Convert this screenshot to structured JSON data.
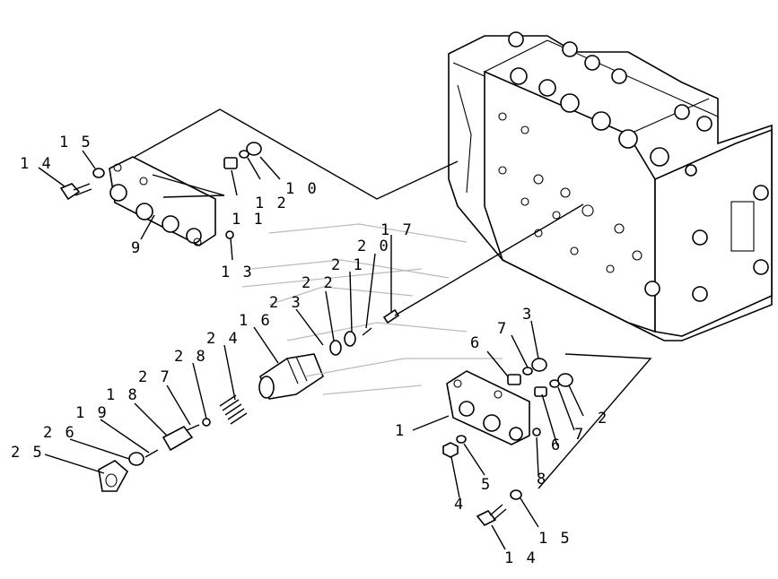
{
  "callouts": [
    {
      "id": "c14a",
      "text": "1 4"
    },
    {
      "id": "c15a",
      "text": "1 5"
    },
    {
      "id": "c9",
      "text": "9"
    },
    {
      "id": "c10",
      "text": "1 0"
    },
    {
      "id": "c12",
      "text": "1 2"
    },
    {
      "id": "c11",
      "text": "1 1"
    },
    {
      "id": "c13",
      "text": "1 3"
    },
    {
      "id": "c20",
      "text": "2 0"
    },
    {
      "id": "c17",
      "text": "1 7"
    },
    {
      "id": "c21",
      "text": "2 1"
    },
    {
      "id": "c22",
      "text": "2 2"
    },
    {
      "id": "c23",
      "text": "2 3"
    },
    {
      "id": "c16",
      "text": "1 6"
    },
    {
      "id": "c24",
      "text": "2 4"
    },
    {
      "id": "c28",
      "text": "2 8"
    },
    {
      "id": "c27",
      "text": "2 7"
    },
    {
      "id": "c18",
      "text": "1 8"
    },
    {
      "id": "c19",
      "text": "1 9"
    },
    {
      "id": "c26",
      "text": "2 6"
    },
    {
      "id": "c25",
      "text": "2 5"
    },
    {
      "id": "c7a",
      "text": "7"
    },
    {
      "id": "c3",
      "text": "3"
    },
    {
      "id": "c6a",
      "text": "6"
    },
    {
      "id": "c1",
      "text": "1"
    },
    {
      "id": "c2",
      "text": "2"
    },
    {
      "id": "c7b",
      "text": "7"
    },
    {
      "id": "c6b",
      "text": "6"
    },
    {
      "id": "c8",
      "text": "8"
    },
    {
      "id": "c5",
      "text": "5"
    },
    {
      "id": "c4",
      "text": "4"
    },
    {
      "id": "c15b",
      "text": "1 5"
    },
    {
      "id": "c14b",
      "text": "1 4"
    }
  ]
}
